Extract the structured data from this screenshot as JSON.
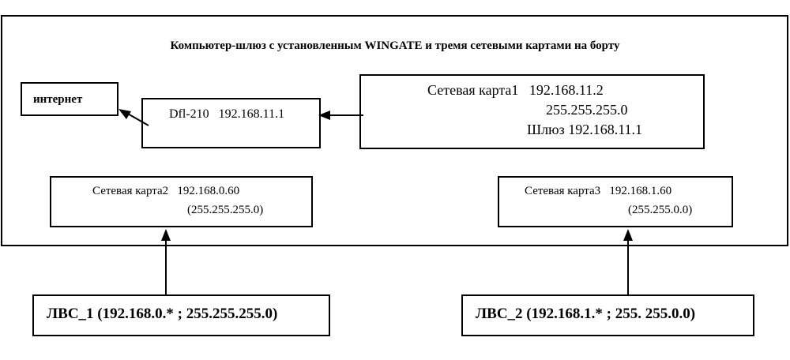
{
  "diagram": {
    "title": "Компьютер-шлюз с установленным WINGATE и тремя сетевыми картами на борту",
    "internet": "интернет",
    "dfl": "Dfl-210   192.168.11.1",
    "card1": {
      "line1": "Сетевая карта1   192.168.11.2",
      "line2": "255.255.255.0",
      "line3": "Шлюз 192.168.11.1"
    },
    "card2": {
      "line1": "Сетевая карта2   192.168.0.60",
      "line2": "(255.255.255.0)"
    },
    "card3": {
      "line1": "Сетевая карта3   192.168.1.60",
      "line2": "(255.255.0.0)"
    },
    "lan1": "ЛВС_1 (192.168.0.* ; 255.255.255.0)",
    "lan2": "ЛВС_2 (192.168.1.* ; 255. 255.0.0)"
  }
}
